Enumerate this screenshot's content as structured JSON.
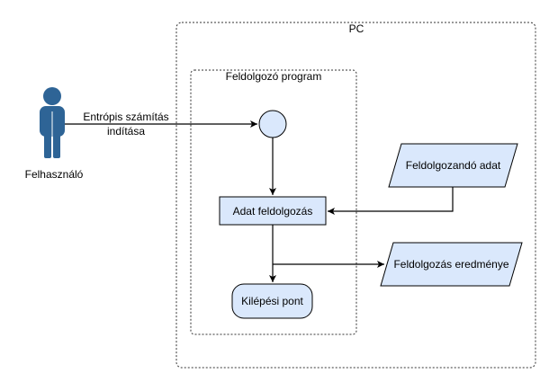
{
  "diagram": {
    "pc_label": "PC",
    "program_label": "Feldolgozó program",
    "actor": {
      "name": "Felhasználó",
      "icon": "user-icon"
    },
    "start_edge_label_line1": "Entrópis számítás",
    "start_edge_label_line2": "indítása",
    "process_label": "Adat feldolgozás",
    "exit_label": "Kilépési pont",
    "input_data_label": "Feldolgozandó adat",
    "output_data_label": "Feldolgozás eredménye"
  },
  "colors": {
    "node_fill": "#dae8fc",
    "node_stroke": "#000000",
    "actor_fill": "#2e6496",
    "container_stroke": "#333333"
  }
}
